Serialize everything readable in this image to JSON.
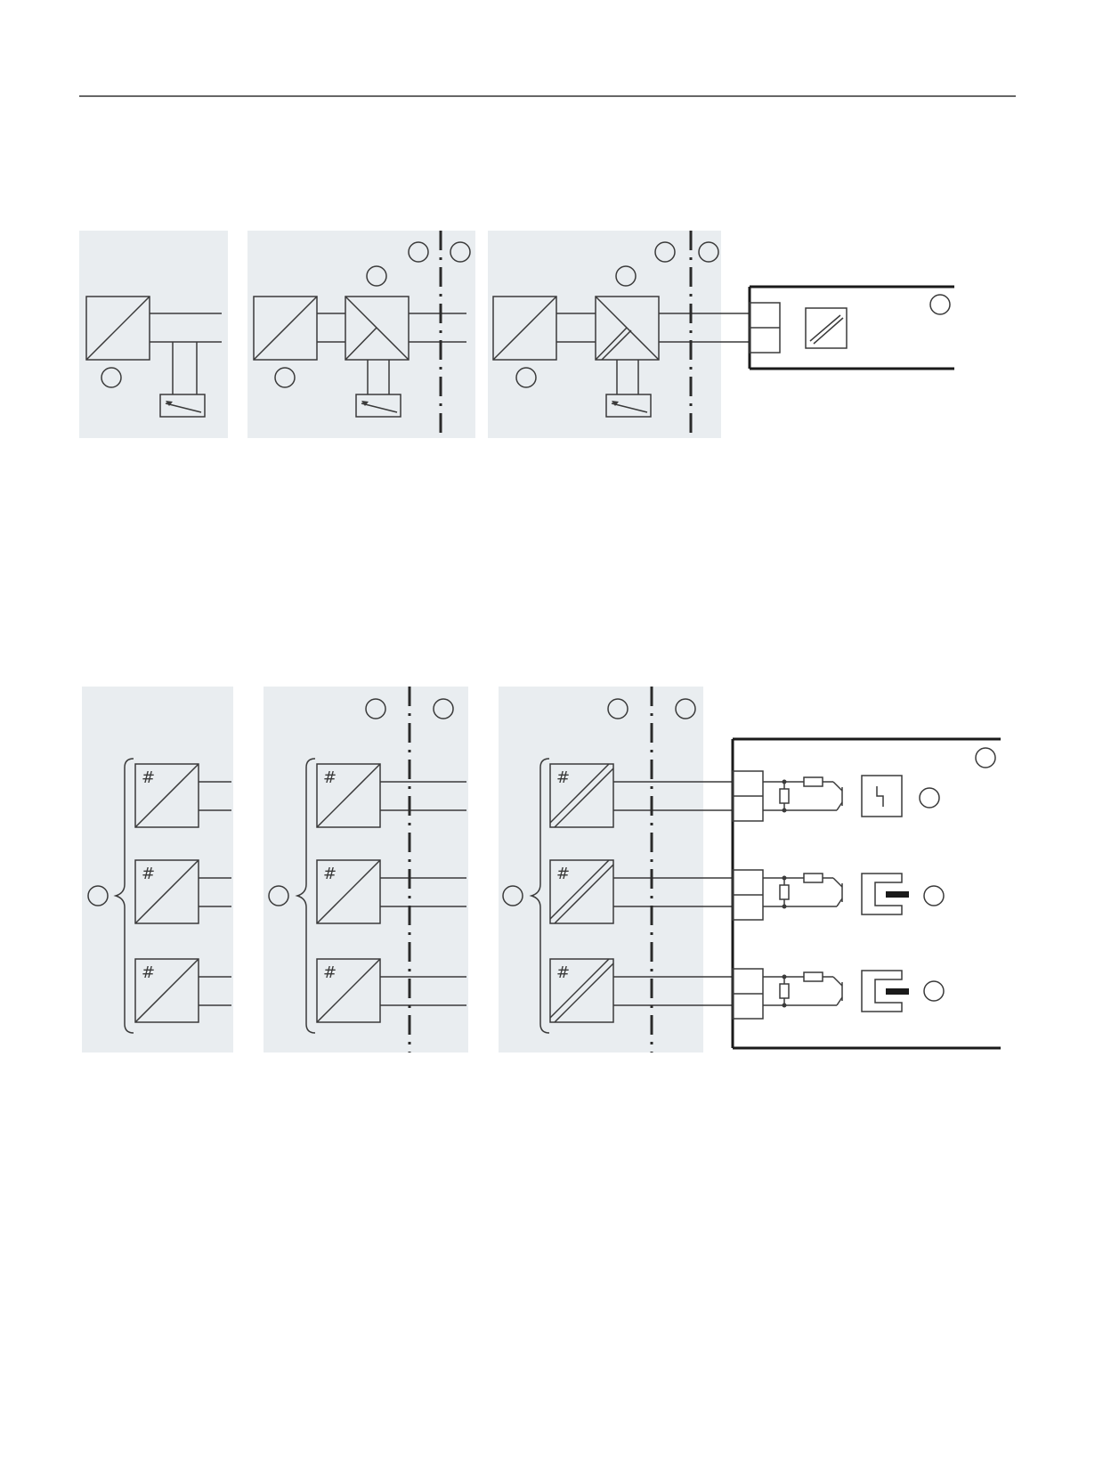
{
  "figure": {
    "hash_label": "#",
    "upper_diagram": {
      "panels": 3,
      "device": "field-device"
    },
    "lower_diagram": {
      "panels": 3,
      "channels": 3,
      "device": "field-device"
    },
    "colors": {
      "panel_fill": "#e9edf0",
      "line": "#3a3a3a"
    },
    "icon_names": [
      "converter-icon",
      "isolator-icon",
      "meter-icon",
      "callout-circle-icon",
      "resistor-icon",
      "transistor-icon",
      "switch-contact-icon",
      "slot-sensor-icon"
    ]
  }
}
